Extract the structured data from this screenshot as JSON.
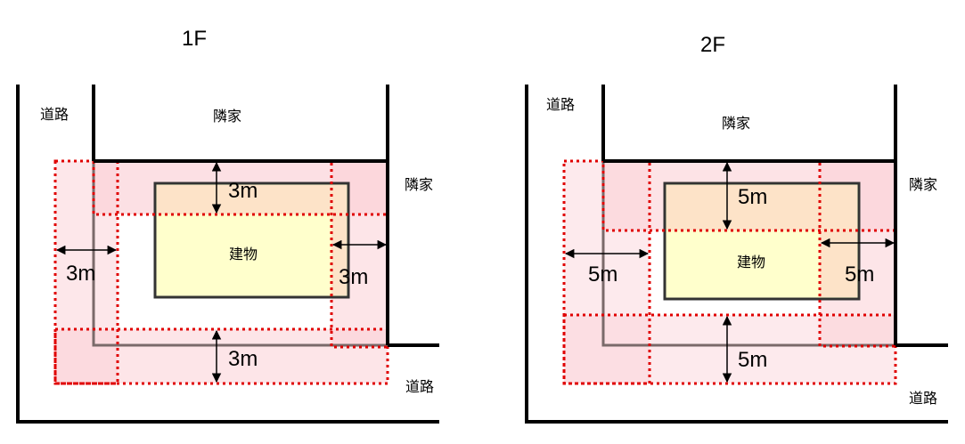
{
  "colors": {
    "line": "#000000",
    "frame": "#7a6a6a",
    "dotted": "#e00000",
    "zone": "#fbd0d6",
    "building": "#ffffcc",
    "overlap": "#fde0c8"
  },
  "panels": [
    {
      "floor": "1F",
      "labels": {
        "road_top": "道路",
        "neighbor_top": "隣家",
        "neighbor_right": "隣家",
        "road_bottom": "道路",
        "building": "建物"
      },
      "distances": {
        "top": "3m",
        "left": "3m",
        "right": "3m",
        "bottom": "3m"
      }
    },
    {
      "floor": "2F",
      "labels": {
        "road_top": "道路",
        "neighbor_top": "隣家",
        "neighbor_right": "隣家",
        "road_bottom": "道路",
        "building": "建物"
      },
      "distances": {
        "top": "5m",
        "left": "5m",
        "right": "5m",
        "bottom": "5m"
      }
    }
  ]
}
